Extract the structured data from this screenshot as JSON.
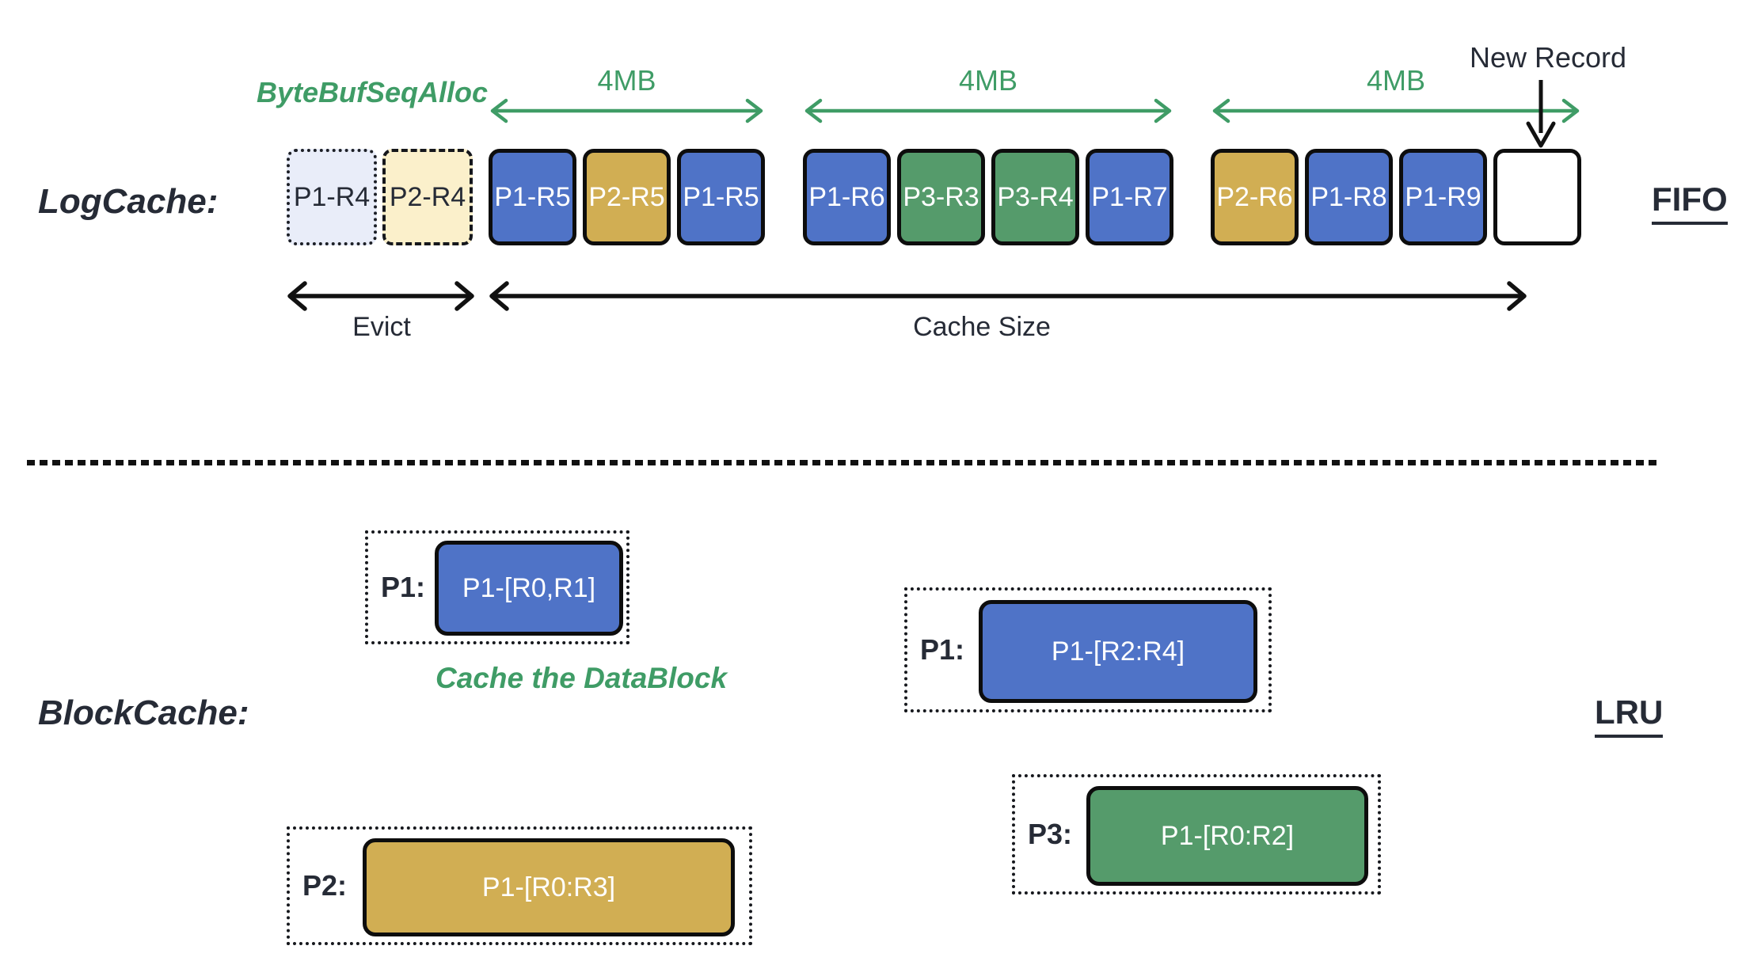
{
  "palette": {
    "blue": "#4f73c7",
    "gold": "#d1ae53",
    "green": "#559b6b",
    "ghost_blue": "#e9edf9",
    "ghost_cream": "#fbf0cb",
    "ink": "#262b36",
    "line": "#111111",
    "accent": "#3f9c66"
  },
  "logcache": {
    "title": "LogCache:",
    "allocator_label": "ByteBufSeqAlloc",
    "segments": [
      {
        "label": "4MB"
      },
      {
        "label": "4MB"
      },
      {
        "label": "4MB"
      }
    ],
    "new_record_label": "New Record",
    "policy": "FIFO",
    "evict_label": "Evict",
    "cache_size_label": "Cache Size",
    "groups": [
      {
        "blocks": [
          {
            "label": "P1-R4",
            "style": "ghost-blue"
          },
          {
            "label": "P2-R4",
            "style": "ghost-cream"
          }
        ]
      },
      {
        "blocks": [
          {
            "label": "P1-R5",
            "style": "blue"
          },
          {
            "label": "P2-R5",
            "style": "gold"
          },
          {
            "label": "P1-R5",
            "style": "blue"
          }
        ]
      },
      {
        "blocks": [
          {
            "label": "P1-R6",
            "style": "blue"
          },
          {
            "label": "P3-R3",
            "style": "green"
          },
          {
            "label": "P3-R4",
            "style": "green"
          },
          {
            "label": "P1-R7",
            "style": "blue"
          }
        ]
      },
      {
        "blocks": [
          {
            "label": "P2-R6",
            "style": "gold"
          },
          {
            "label": "P1-R8",
            "style": "blue"
          },
          {
            "label": "P1-R9",
            "style": "blue"
          },
          {
            "label": "",
            "style": "empty"
          }
        ]
      }
    ]
  },
  "blockcache": {
    "title": "BlockCache:",
    "policy": "LRU",
    "caption": "Cache the DataBlock",
    "entries": [
      {
        "key": "P1:",
        "block": "P1-[R0,R1]",
        "style": "blue"
      },
      {
        "key": "P1:",
        "block": "P1-[R2:R4]",
        "style": "blue"
      },
      {
        "key": "P2:",
        "block": "P1-[R0:R3]",
        "style": "gold"
      },
      {
        "key": "P3:",
        "block": "P1-[R0:R2]",
        "style": "green"
      }
    ]
  }
}
